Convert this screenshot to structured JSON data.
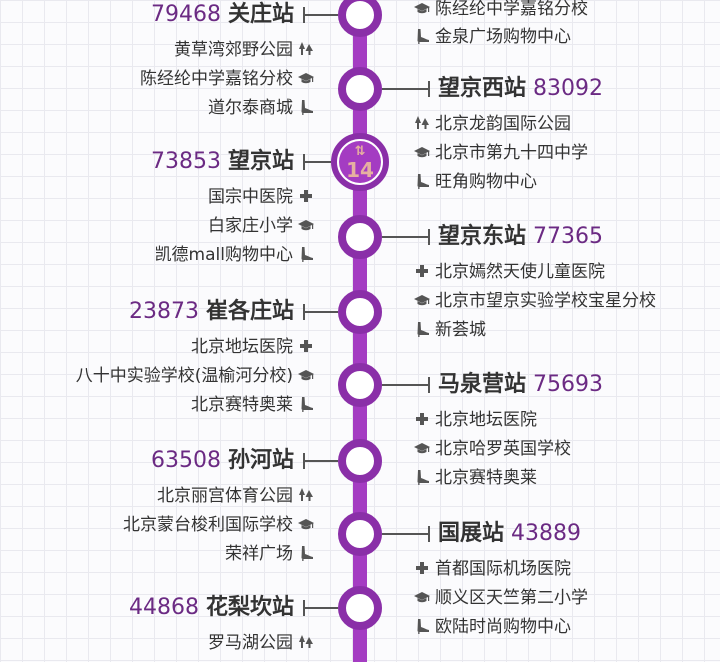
{
  "line_color": "#a43cc2",
  "station_color": "#8a2fa8",
  "number_color": "#6b2a83",
  "transfer": {
    "arrows": "⇅",
    "line": "14"
  },
  "stations": [
    {
      "number": "79468",
      "name": "关庄站",
      "side": "left",
      "pois": [
        {
          "name": "黄草湾郊野公园",
          "icon": "park-icon"
        },
        {
          "name": "陈经纶中学嘉铭分校",
          "icon": "school-icon"
        },
        {
          "name": "道尔泰商城",
          "icon": "shopping-icon"
        }
      ]
    },
    {
      "number": "83092",
      "name": "望京西站",
      "side": "right",
      "pois": [
        {
          "name": "北京龙韵国际公园",
          "icon": "park-icon"
        },
        {
          "name": "北京市第九十四中学",
          "icon": "school-icon"
        },
        {
          "name": "旺角购物中心",
          "icon": "shopping-icon"
        }
      ]
    },
    {
      "number": "73853",
      "name": "望京站",
      "side": "left",
      "pois": [
        {
          "name": "国宗中医院",
          "icon": "hospital-icon"
        },
        {
          "name": "白家庄小学",
          "icon": "school-icon"
        },
        {
          "name": "凯德mall购物中心",
          "icon": "shopping-icon"
        }
      ]
    },
    {
      "number": "77365",
      "name": "望京东站",
      "side": "right",
      "pois": [
        {
          "name": "北京嫣然天使儿童医院",
          "icon": "hospital-icon"
        },
        {
          "name": "北京市望京实验学校宝星分校",
          "icon": "school-icon"
        },
        {
          "name": "新荟城",
          "icon": "shopping-icon"
        }
      ]
    },
    {
      "number": "23873",
      "name": "崔各庄站",
      "side": "left",
      "pois": [
        {
          "name": "北京地坛医院",
          "icon": "hospital-icon"
        },
        {
          "name": "八十中实验学校(温榆河分校)",
          "icon": "school-icon"
        },
        {
          "name": "北京赛特奥莱",
          "icon": "shopping-icon"
        }
      ]
    },
    {
      "number": "75693",
      "name": "马泉营站",
      "side": "right",
      "pois": [
        {
          "name": "北京地坛医院",
          "icon": "hospital-icon"
        },
        {
          "name": "北京哈罗英国学校",
          "icon": "school-icon"
        },
        {
          "name": "北京赛特奥莱",
          "icon": "shopping-icon"
        }
      ]
    },
    {
      "number": "63508",
      "name": "孙河站",
      "side": "left",
      "pois": [
        {
          "name": "北京丽宫体育公园",
          "icon": "park-icon"
        },
        {
          "name": "北京蒙台梭利国际学校",
          "icon": "school-icon"
        },
        {
          "name": "荣祥广场",
          "icon": "shopping-icon"
        }
      ]
    },
    {
      "number": "43889",
      "name": "国展站",
      "side": "right",
      "pois": [
        {
          "name": "首都国际机场医院",
          "icon": "hospital-icon"
        },
        {
          "name": "顺义区天竺第二小学",
          "icon": "school-icon"
        },
        {
          "name": "欧陆时尚购物中心",
          "icon": "shopping-icon"
        }
      ]
    },
    {
      "number": "44868",
      "name": "花梨坎站",
      "side": "left",
      "pois": [
        {
          "name": "罗马湖公园",
          "icon": "park-icon"
        }
      ]
    }
  ],
  "top_partial_pois": [
    {
      "name": "陈经纶中学嘉铭分校",
      "icon": "school-icon"
    },
    {
      "name": "金泉广场购物中心",
      "icon": "shopping-icon"
    }
  ]
}
